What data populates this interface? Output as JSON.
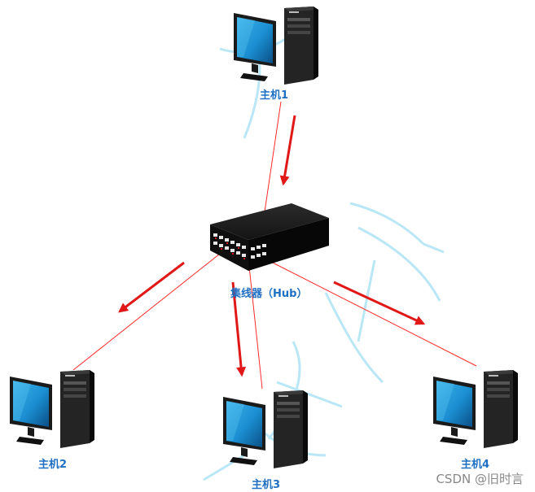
{
  "diagram": {
    "hub_label": "集线器（Hub）",
    "hosts": [
      {
        "label": "主机1"
      },
      {
        "label": "主机2"
      },
      {
        "label": "主机3"
      },
      {
        "label": "主机4"
      }
    ],
    "watermark": "CSDN @旧时言",
    "colors": {
      "link": "#ff2a2a",
      "arrow": "#e01818",
      "label": "#1f6fc2",
      "monitor_screen": "#1a8ed1",
      "case": "#151515",
      "background_watermark": "#aee3f5"
    },
    "icons": [
      "desktop-computer-icon",
      "network-hub-icon",
      "arrow-icon"
    ]
  }
}
